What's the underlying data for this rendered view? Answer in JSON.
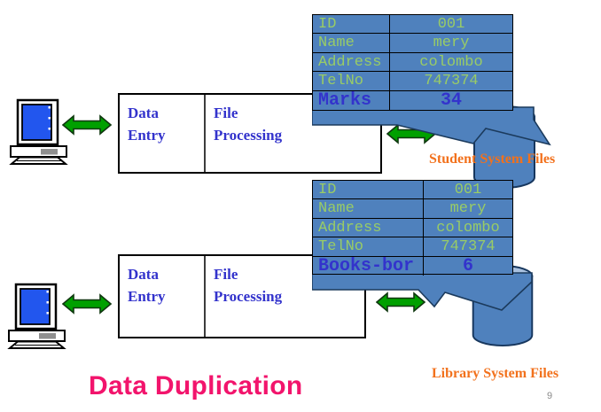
{
  "slide": {
    "title": "Data Duplication",
    "page_number": "9"
  },
  "process_box": {
    "left_line1": "Data",
    "left_line2": "Entry",
    "right_line1": "File",
    "right_line2": "Processing"
  },
  "systems": {
    "student": {
      "label": "Student System Files",
      "records": [
        {
          "field": "ID",
          "value": "001"
        },
        {
          "field": "Name",
          "value": "mery"
        },
        {
          "field": "Address",
          "value": "colombo"
        },
        {
          "field": "TelNo",
          "value": "747374"
        }
      ],
      "highlight": {
        "field": "Marks",
        "value": "34"
      }
    },
    "library": {
      "label": "Library System Files",
      "records": [
        {
          "field": "ID",
          "value": "001"
        },
        {
          "field": "Name",
          "value": "mery"
        },
        {
          "field": "Address",
          "value": "colombo"
        },
        {
          "field": "TelNo",
          "value": "747374"
        }
      ],
      "highlight": {
        "field": "Books-bor",
        "value": "6"
      }
    }
  },
  "colors": {
    "table_fill": "#4F81BD",
    "cylinder_top": "#A9C1DF",
    "record_text_green": "#99CC66",
    "highlight_blue": "#3333CC",
    "box_text_blue": "#3333CC",
    "system_label_orange": "#F2711C",
    "title_pink": "#F2146C",
    "arrow_green": "#00A000",
    "screen_blue": "#2256EE"
  },
  "icons": {
    "computer": "computer-icon",
    "double_arrow": "double-arrow-icon",
    "database": "database-cylinder-icon",
    "banner": "torn-banner-icon"
  }
}
